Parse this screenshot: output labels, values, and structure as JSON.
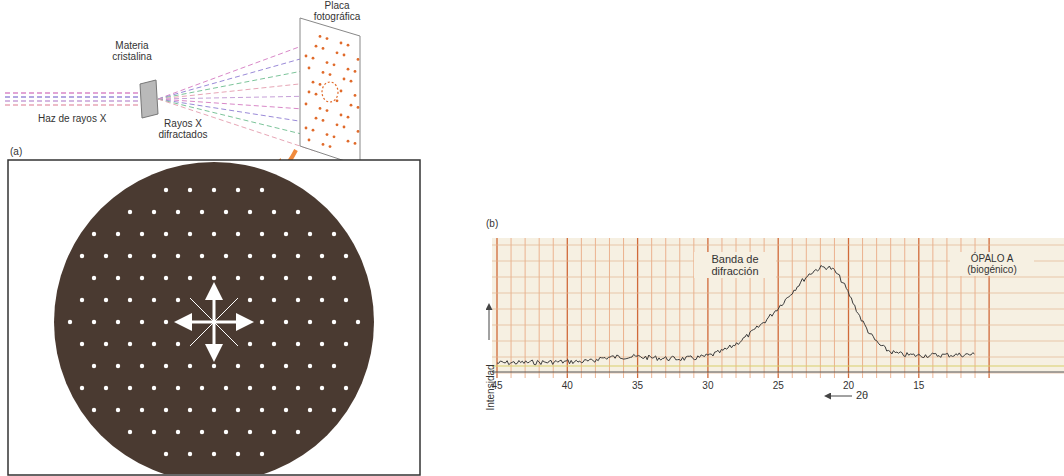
{
  "diagram": {
    "labels": [
      "Placa fotográfica",
      "Materia cristalina",
      "Haz de rayos X",
      "Rayos X difractados",
      "(a)",
      "(b)",
      "Intensidad",
      "Banda de difracción",
      "ÓPALO A (biogénico)",
      "45",
      "40",
      "35",
      "30",
      "25",
      "20",
      "15",
      "2θ"
    ]
  }
}
